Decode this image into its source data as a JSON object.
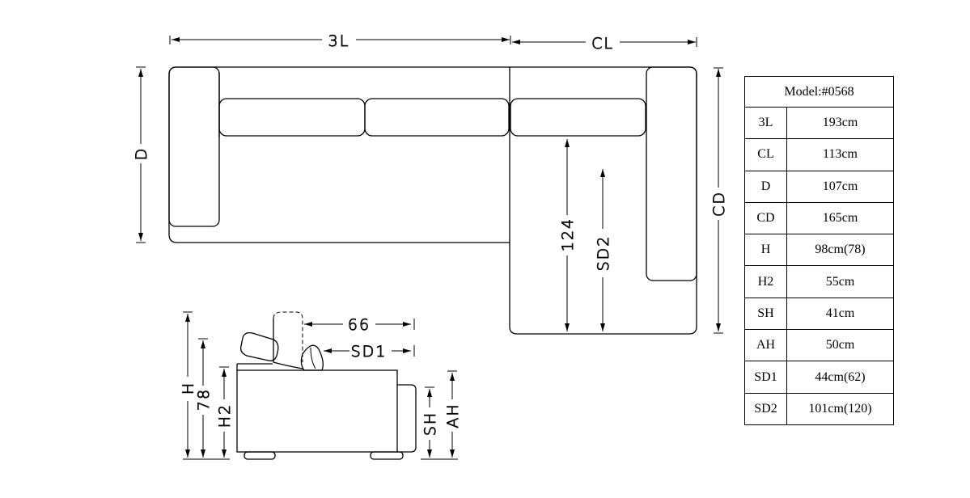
{
  "top_view": {
    "labels": {
      "three_l": "3L",
      "cl": "CL",
      "d": "D",
      "cd": "CD",
      "inner_depth": "124",
      "sd2": "SD2"
    }
  },
  "side_view": {
    "labels": {
      "h": "H",
      "seventy_eight": "78",
      "h2": "H2",
      "sixty_six": "66",
      "sd1": "SD1",
      "sh": "SH",
      "ah": "AH"
    }
  },
  "spec_table": {
    "title": "Model:#0568",
    "rows": [
      {
        "key": "3L",
        "value": "193cm"
      },
      {
        "key": "CL",
        "value": "113cm"
      },
      {
        "key": "D",
        "value": "107cm"
      },
      {
        "key": "CD",
        "value": "165cm"
      },
      {
        "key": "H",
        "value": "98cm(78)"
      },
      {
        "key": "H2",
        "value": "55cm"
      },
      {
        "key": "SH",
        "value": "41cm"
      },
      {
        "key": "AH",
        "value": "50cm"
      },
      {
        "key": "SD1",
        "value": "44cm(62)"
      },
      {
        "key": "SD2",
        "value": "101cm(120)"
      }
    ]
  }
}
